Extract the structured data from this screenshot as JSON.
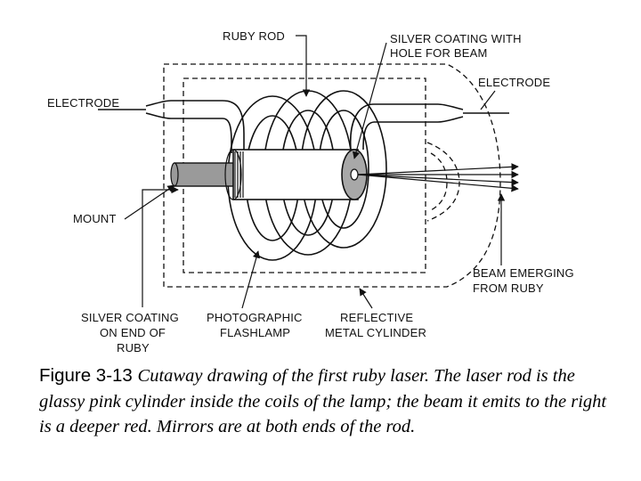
{
  "labels": {
    "ruby_rod": "RUBY ROD",
    "silver_hole_1": "SILVER COATING WITH",
    "silver_hole_2": "HOLE FOR BEAM",
    "electrode_left": "ELECTRODE",
    "electrode_right": "ELECTRODE",
    "mount": "MOUNT",
    "beam_1": "BEAM EMERGING",
    "beam_2": "FROM RUBY",
    "silver_end_1": "SILVER COATING",
    "silver_end_2": "ON END OF",
    "silver_end_3": "RUBY",
    "flashlamp_1": "PHOTOGRAPHIC",
    "flashlamp_2": "FLASHLAMP",
    "cylinder_1": "REFLECTIVE",
    "cylinder_2": "METAL CYLINDER"
  },
  "caption": {
    "figure_number": "Figure 3-13",
    "text": "Cutaway drawing of the first ruby laser.  The laser rod is the glassy pink cylinder inside the coils of the lamp; the beam it emits to the right is a deeper red.  Mirrors are at both ends of the rod."
  }
}
